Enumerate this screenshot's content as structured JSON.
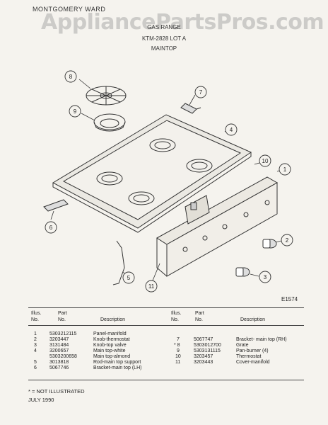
{
  "header": {
    "brand": "MONTGOMERY WARD",
    "watermark": "AppliancePartsPros.com",
    "product": "GAS RANGE",
    "model": "KTM-2828 LOT A",
    "section": "MAINTOP"
  },
  "figure": {
    "code": "E1574",
    "callouts": [
      "1",
      "2",
      "3",
      "4",
      "5",
      "6",
      "7",
      "8",
      "9",
      "10",
      "11"
    ]
  },
  "table": {
    "headers": {
      "illus": "Illus.",
      "no": "No.",
      "part": "Part",
      "partno": "No.",
      "description": "Description"
    },
    "left_rows": [
      {
        "illus": "1",
        "part": "5303212115",
        "desc": "Panel-manifold"
      },
      {
        "illus": "2",
        "part": "3203447",
        "desc": "Knob-thermostat"
      },
      {
        "illus": "3",
        "part": "3131484",
        "desc": "Knob-top valve"
      },
      {
        "illus": "4",
        "part": "3200657",
        "desc": "Main top-white"
      },
      {
        "illus": "",
        "part": "5303200658",
        "desc": "Main top-almond"
      },
      {
        "illus": "5",
        "part": "3013818",
        "desc": "Rod-main top support"
      },
      {
        "illus": "6",
        "part": "5067746",
        "desc": "Bracket-main top (LH)"
      }
    ],
    "right_rows": [
      {
        "illus": "7",
        "part": "5067747",
        "desc": "Bracket- main top (RH)"
      },
      {
        "illus": "* 8",
        "part": "5303012700",
        "desc": "Grate"
      },
      {
        "illus": "9",
        "part": "5303131115",
        "desc": "Pan-burner (4)"
      },
      {
        "illus": "10",
        "part": "3203457",
        "desc": "Thermostat"
      },
      {
        "illus": "11",
        "part": "3203443",
        "desc": "Cover-manifold"
      }
    ]
  },
  "footnote": "* = NOT ILLUSTRATED",
  "date": "JULY 1990"
}
